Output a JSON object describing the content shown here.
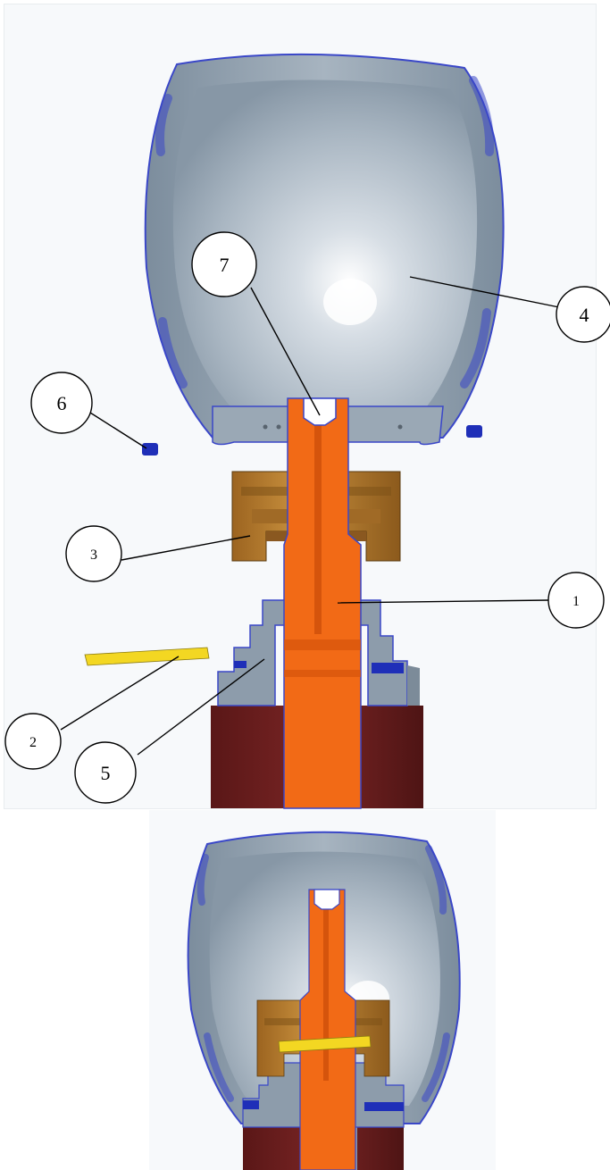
{
  "callouts": [
    {
      "id": "1",
      "label": "1"
    },
    {
      "id": "2",
      "label": "2"
    },
    {
      "id": "3",
      "label": "3"
    },
    {
      "id": "4",
      "label": "4"
    },
    {
      "id": "5",
      "label": "5"
    },
    {
      "id": "6",
      "label": "6"
    },
    {
      "id": "7",
      "label": "7"
    }
  ],
  "colors": {
    "shell_gray": "#8a9aa9",
    "shell_inner": "#b9c5cf",
    "shell_edge": "#3a47c8",
    "spindle_orange": "#f26a16",
    "insert_bronze": "#b87d2c",
    "pin_yellow": "#f3d722",
    "clip_blue": "#1f2fb8",
    "body_dark_red": "#6e1f1f",
    "body_gray": "#8d9cab"
  }
}
